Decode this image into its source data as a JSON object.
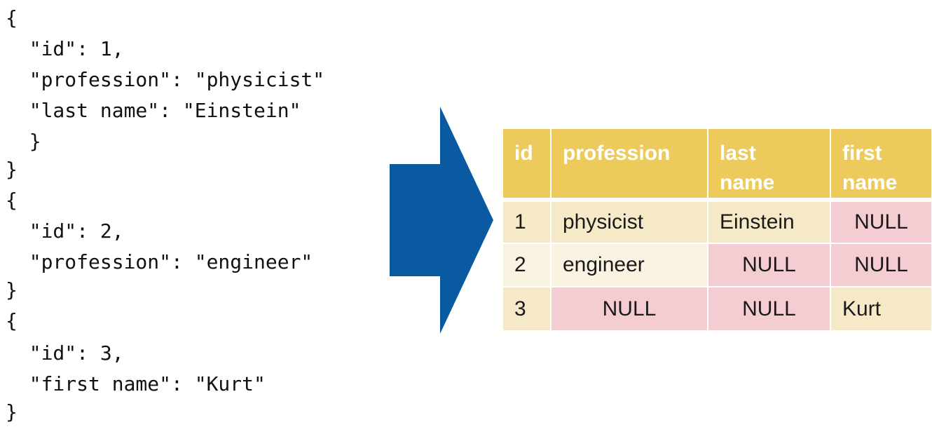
{
  "json_records": {
    "lines": [
      "{",
      "  \"id\": 1,",
      "  \"profession\": \"physicist\"",
      "  \"last name\": \"Einstein\"",
      "  }",
      "}",
      "{",
      "  \"id\": 2,",
      "  \"profession\": \"engineer\"",
      "}",
      "{",
      "  \"id\": 3,",
      "  \"first name\": \"Kurt\"",
      "}"
    ]
  },
  "arrow": {
    "color": "#0a5aa1",
    "icon": "right-arrow-icon"
  },
  "table": {
    "headers": {
      "id": "id",
      "profession": "profession",
      "last_name_1": "last",
      "last_name_2": "name",
      "first_name_1": "first",
      "first_name_2": "name"
    },
    "rows": [
      [
        "1",
        "physicist",
        "Einstein",
        "NULL"
      ],
      [
        "2",
        "engineer",
        "NULL",
        "NULL"
      ],
      [
        "3",
        "NULL",
        "NULL",
        "Kurt"
      ]
    ],
    "colors": {
      "header": "#ecca5b",
      "row_odd": "#f6e9c8",
      "row_even": "#fbf3e2",
      "null_cell": "#f4cdd2"
    }
  }
}
